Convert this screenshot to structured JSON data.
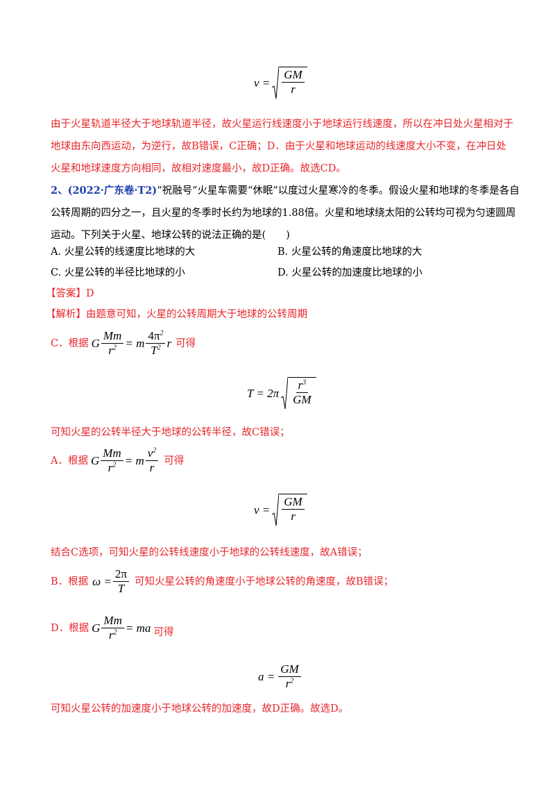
{
  "formulas": {
    "f1": {
      "lhs": "v =",
      "num": "GM",
      "den": "r"
    },
    "f2": {
      "prefix": "C．根据",
      "g": "G",
      "num1": "Mm",
      "den1": "r",
      "eq": "= m",
      "num2": "4π",
      "den2": "T",
      "tail": "r",
      "suffix": "可得"
    },
    "f3": {
      "lhs": "T = 2π",
      "num": "r",
      "den": "GM"
    },
    "f4": {
      "prefix": "A．根据",
      "g": "G",
      "num1": "Mm",
      "den1": "r",
      "eq": "= m",
      "num2": "v",
      "den2": "r",
      "suffix": "可得"
    },
    "f5": {
      "lhs": "v =",
      "num": "GM",
      "den": "r"
    },
    "f6": {
      "prefix": "B．根据",
      "lhs": "ω =",
      "num": "2π",
      "den": "T",
      "suffix": "可知火星公转的角速度小于地球公转的角速度，故B错误；"
    },
    "f7": {
      "prefix": "D．根据",
      "g": "G",
      "num1": "Mm",
      "den1": "r",
      "eq": "= ma",
      "suffix": "可得"
    },
    "f8": {
      "lhs": "a =",
      "num": "GM",
      "den": "r"
    }
  },
  "sup2": "2",
  "sup3": "3",
  "paragraphs": {
    "p1": [
      "由于火星轨道半径大于地球轨道半径，故火星运行线速度小于地球运行线速度，所以在冲日处火星相对于",
      "地球由东向西运动，为逆行，故B错误，C正确；D．由于火星和地球运动的线速度大小不变，在冲日处",
      "火星和地球速度方向相同，故相对速度最小，故D正确。故选CD。"
    ],
    "q2_num": "2、",
    "q2_source": "(2022·广东卷·T2)",
    "q2_lines": [
      "“祝融号”火星车需要“休眠”以度过火星寒冷的冬季。假设火星和地球的冬季是各自",
      "公转周期的四分之一，且火星的冬季时长约为地球的1.88倍。火星和地球绕太阳的公转均可视为匀速圆周",
      "运动。下列关于火星、地球公转的说法正确的是(　　)"
    ],
    "options": {
      "A": "A. 火星公转的线速度比地球的大",
      "B": "B. 火星公转的角速度比地球的大",
      "C": "C. 火星公转的半径比地球的小",
      "D": "D. 火星公转的加速度比地球的小"
    },
    "answer": "【答案】D",
    "analysis_label": "【解析】",
    "analysis_text": "由题意可知，火星的公转周期大于地球的公转周期",
    "after_T": "可知火星的公转半径大于地球的公转半径，故C错误；",
    "after_v": "结合C选项，可知火星的公转线速度小于地球的公转线速度，故A错误；",
    "after_a": "可知火星公转的加速度小于地球公转的加速度，故D正确。故选D。"
  }
}
